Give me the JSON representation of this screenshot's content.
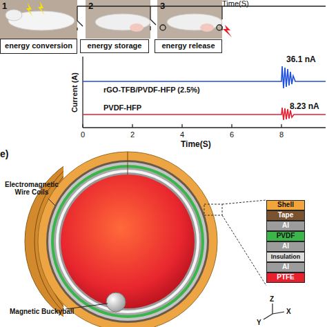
{
  "diagram": {
    "nodes": [
      {
        "text": [
          "energy conversion"
        ]
      },
      {
        "text": [
          "energy storage"
        ]
      },
      {
        "text": [
          "energy release"
        ]
      },
      {
        "text": [
          "Shell"
        ]
      },
      {
        "text": [
          "Tape"
        ]
      },
      {
        "text": [
          "Al"
        ]
      },
      {
        "text": [
          "PVDF"
        ]
      },
      {
        "text": [
          "Al"
        ]
      },
      {
        "text": [
          "Insulation"
        ]
      },
      {
        "text": [
          "Al"
        ]
      },
      {
        "text": [
          "PTFE"
        ]
      }
    ],
    "labels": [
      "1",
      "2",
      "3",
      "Time(S)",
      "0",
      "2",
      "4",
      "6",
      "8",
      "Time(S)",
      "Current (A)",
      "36.1 nA",
      "8.23 nA",
      "rGO-TFB/PVDF-HFP (2.5%)",
      "PVDF-HFP",
      "e)",
      "Electromagnetic Wire Coils",
      "Magnetic Buckyball",
      "Z",
      "Y",
      "X"
    ]
  }
}
